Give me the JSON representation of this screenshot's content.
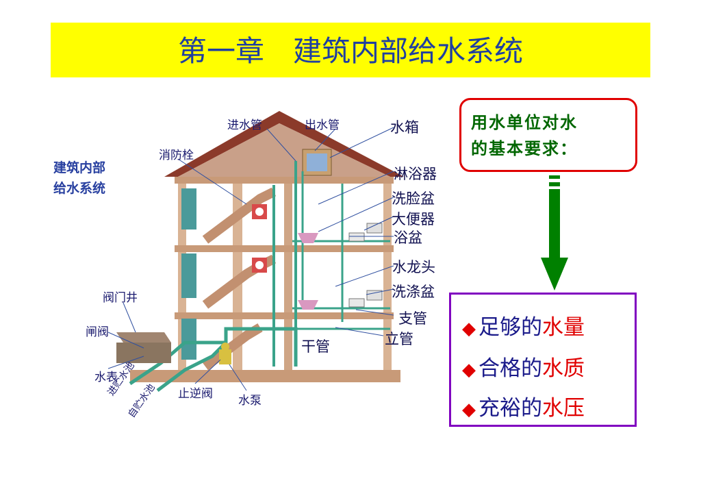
{
  "title": "第一章　建筑内部给水系统",
  "diagram": {
    "system_title_line1": "建筑内部",
    "system_title_line2": "给水系统",
    "labels": {
      "inlet_pipe": "进水管",
      "outlet_pipe": "出水管",
      "water_tank": "水箱",
      "fire_hydrant": "消防栓",
      "shower": "淋浴器",
      "wash_basin": "洗脸盆",
      "toilet": "大便器",
      "bathtub": "浴盆",
      "faucet": "水龙头",
      "sink": "洗涤盆",
      "branch_pipe": "支管",
      "riser_pipe": "立管",
      "main_pipe": "干管",
      "valve_well": "阀门井",
      "gate_valve": "闸阀",
      "water_meter": "水表",
      "check_valve": "止逆阀",
      "pump": "水泵",
      "to_reservoir": "进贮水池",
      "from_reservoir": "自贮水池"
    }
  },
  "requirements": {
    "line1": "用水单位对水",
    "line2": "的基本要求："
  },
  "list": [
    {
      "prefix": "足够的",
      "highlight": "水量"
    },
    {
      "prefix": "合格的",
      "highlight": "水质"
    },
    {
      "prefix": "充裕的",
      "highlight": "水压"
    }
  ],
  "bullet_symbol": "◆",
  "colors": {
    "title_bg": "#ffff00",
    "title_text": "#1f3fa0",
    "req_border": "#e00000",
    "req_text": "#006600",
    "arrow": "#008000",
    "list_border": "#8000c0",
    "highlight": "#e00000"
  }
}
